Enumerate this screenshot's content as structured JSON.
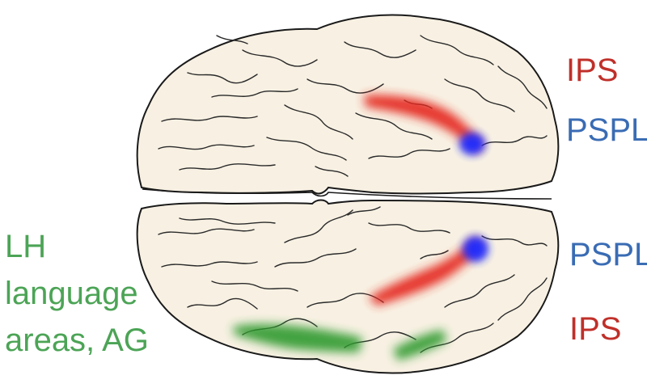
{
  "labels": {
    "top_ips": "IPS",
    "top_pspl": "PSPL",
    "bottom_pspl": "PSPL",
    "bottom_ips": "IPS",
    "lh_language": [
      "LH",
      "language",
      "areas, AG"
    ]
  },
  "colors": {
    "ips": "#c0302a",
    "pspl": "#3a6cb4",
    "language": "#4ca456",
    "brain_fill": "#f8f1e3",
    "outline": "#1a1a1a",
    "ips_highlight": "#e52a20",
    "pspl_highlight": "#1f2cff",
    "ag_highlight": "#2f9a2e"
  }
}
